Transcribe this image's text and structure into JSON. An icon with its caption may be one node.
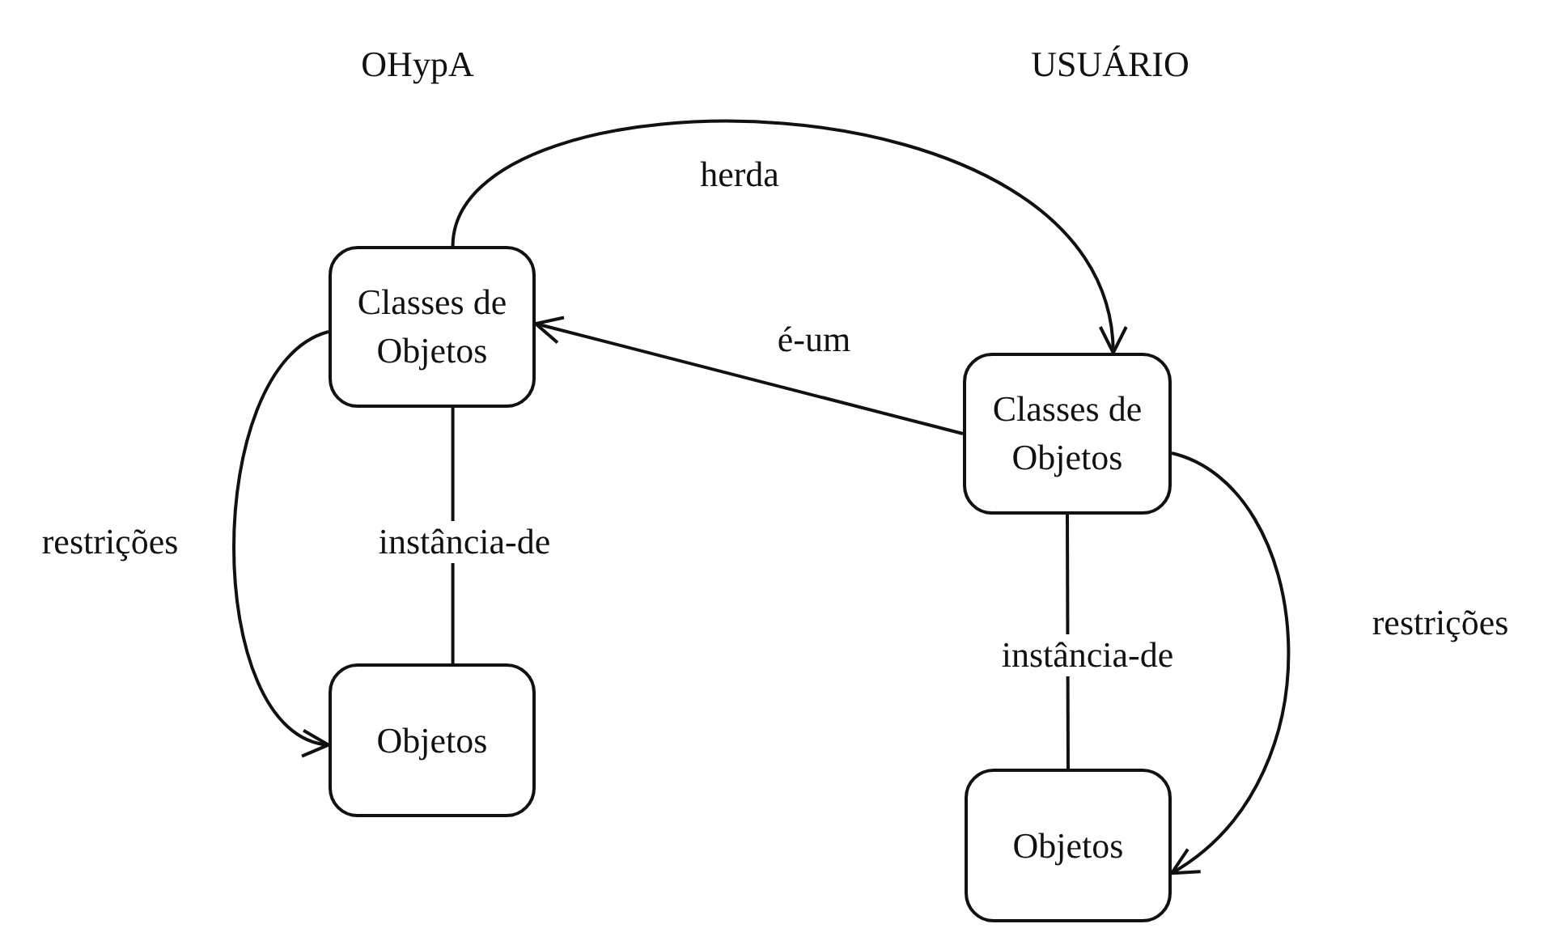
{
  "diagram": {
    "nodes": [
      {
        "text": [
          "Classes de Objetos"
        ]
      },
      {
        "text": [
          "Objetos"
        ]
      },
      {
        "text": [
          "Classes de Objetos"
        ]
      },
      {
        "text": [
          "Objetos"
        ]
      }
    ],
    "edges": [
      {
        "from": 0,
        "to": 2,
        "arrow": "to",
        "label": "herda"
      },
      {
        "from": 2,
        "to": 0,
        "arrow": "to",
        "label": "é-um"
      },
      {
        "from": 0,
        "to": 1,
        "arrow": "to",
        "label": "restrições"
      },
      {
        "from": 0,
        "to": 1,
        "arrow": "none",
        "label": "instância-de"
      },
      {
        "from": 2,
        "to": 3,
        "arrow": "to",
        "label": "restrições"
      },
      {
        "from": 2,
        "to": 3,
        "arrow": "none",
        "label": "instância-de"
      }
    ],
    "labels": [
      "OHypA",
      "USUÁRIO"
    ]
  }
}
